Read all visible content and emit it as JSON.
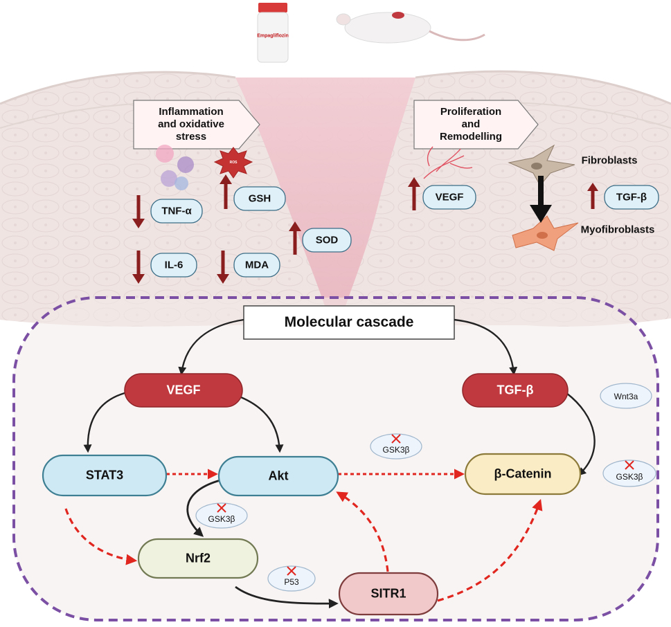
{
  "header": {
    "drug_label": "Empagliflozin"
  },
  "upper_panel": {
    "left_box": [
      "Inflammation",
      "and oxidative",
      "stress"
    ],
    "right_box": [
      "Proliferation",
      "and",
      "Remodelling"
    ],
    "ros_label": "ROS",
    "markers": {
      "tnf": "TNF-α",
      "il6": "IL-6",
      "gsh": "GSH",
      "mda": "MDA",
      "sod": "SOD",
      "vegf": "VEGF",
      "tgf": "TGF-β"
    },
    "cells": {
      "fibroblasts": "Fibroblasts",
      "myofibroblasts": "Myofibroblasts"
    }
  },
  "cascade": {
    "title": "Molecular cascade",
    "nodes": {
      "vegf": "VEGF",
      "tgf": "TGF-β",
      "stat3": "STAT3",
      "akt": "Akt",
      "catenin": "β-Catenin",
      "nrf2": "Nrf2",
      "sirt1": "SITR1"
    },
    "inhibited": {
      "gsk_top": "GSK3β",
      "gsk_right": "GSK3β",
      "gsk_mid": "GSK3β",
      "p53": "P53"
    },
    "wnt": "Wnt3a"
  },
  "colors": {
    "skin": "#efe5e3",
    "wound": "#f0c5cd",
    "dashed_border": "#7b4fa3",
    "red_arrow": "#8a1d1d",
    "node_red": "#c0393f",
    "node_blue": "#cfe9f4",
    "node_yellow": "#faecc4",
    "node_green": "#eff2df",
    "node_pink": "#f2c9ca",
    "dotted_red": "#e0261f"
  }
}
